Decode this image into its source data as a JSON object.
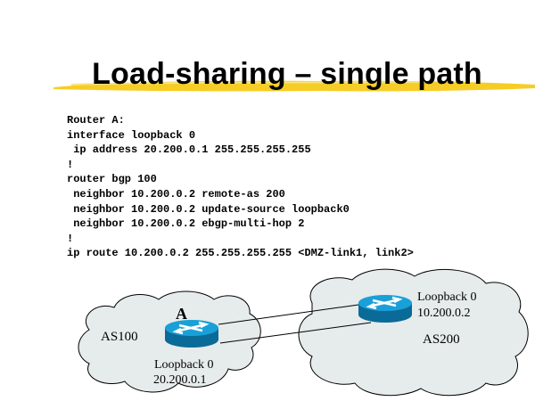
{
  "title": "Load-sharing – single path",
  "config_lines": [
    "Router A:",
    "interface loopback 0",
    " ip address 20.200.0.1 255.255.255.255",
    "!",
    "router bgp 100",
    " neighbor 10.200.0.2 remote-as 200",
    " neighbor 10.200.0.2 update-source loopback0",
    " neighbor 10.200.0.2 ebgp-multi-hop 2",
    "!",
    "ip route 10.200.0.2 255.255.255.255 <DMZ-link1, link2>"
  ],
  "diagram": {
    "left_cloud": {
      "as_label": "AS100",
      "router_name": "A",
      "loopback_label": "Loopback 0",
      "loopback_ip": "20.200.0.1"
    },
    "right_cloud": {
      "as_label": "AS200",
      "loopback_label": "Loopback 0",
      "loopback_ip": "10.200.0.2"
    }
  },
  "colors": {
    "highlight": "#f5c400",
    "cloud": "#e6ebeb",
    "router_top": "#1aa0d8",
    "router_side": "#0a6a98"
  }
}
